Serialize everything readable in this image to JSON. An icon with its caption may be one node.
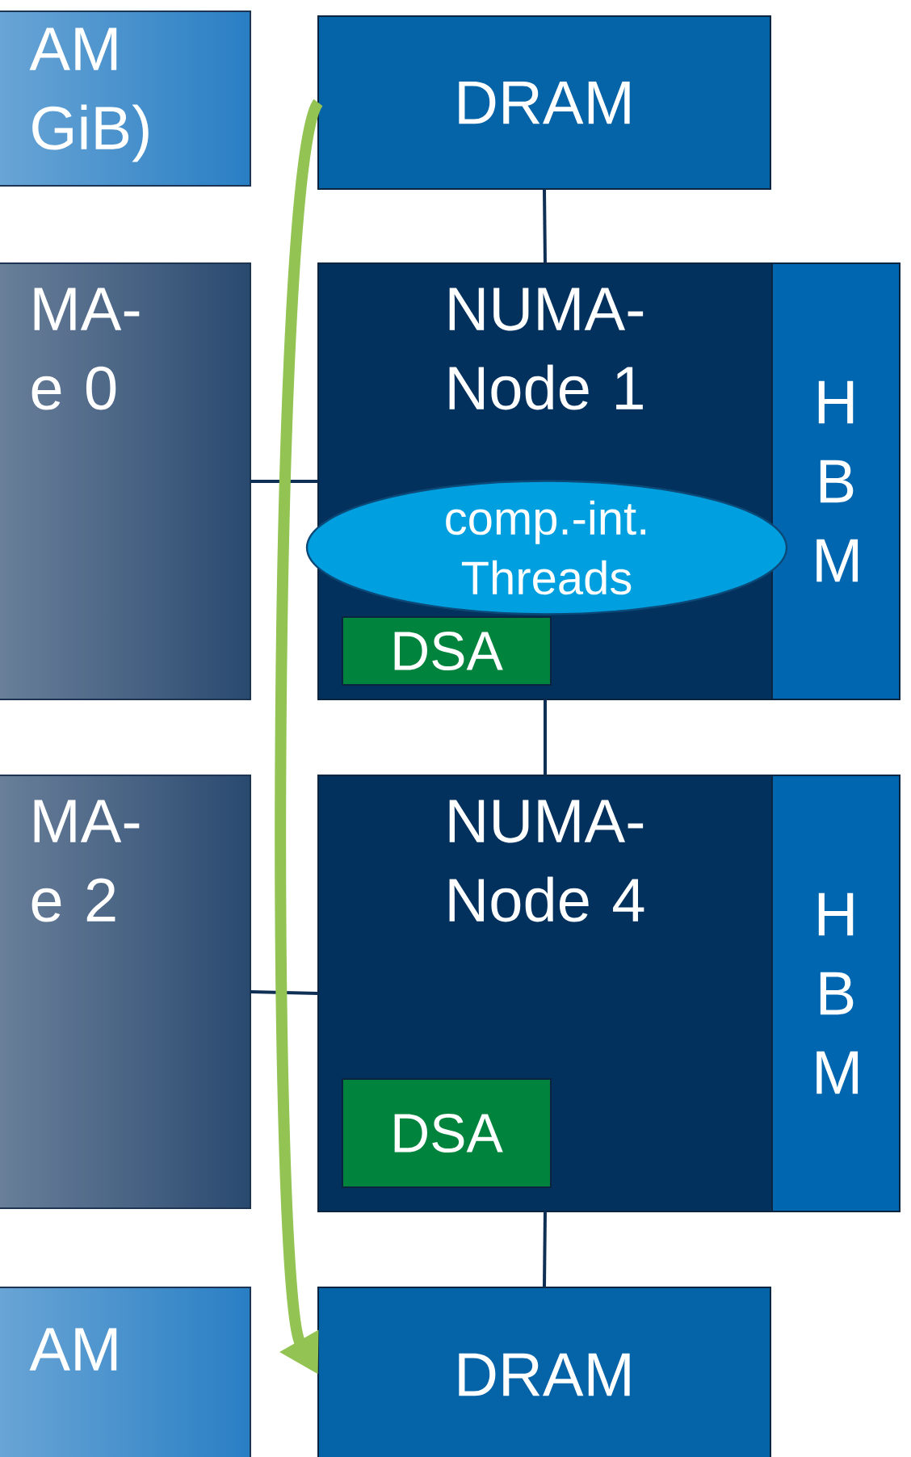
{
  "diagram": {
    "nodes": [
      {
        "text": [
          "AM GiB)"
        ]
      },
      {
        "text": [
          "DRAM"
        ]
      },
      {
        "text": [
          "MA- e 0"
        ]
      },
      {
        "text": [
          "NUMA-Node 1"
        ]
      },
      {
        "text": [
          "H B M"
        ]
      },
      {
        "text": [
          "comp.-int. Threads"
        ],
        "in": 3
      },
      {
        "text": [
          "DSA"
        ],
        "in": 3
      },
      {
        "text": [
          "MA- e 2"
        ]
      },
      {
        "text": [
          "NUMA-Node 4"
        ]
      },
      {
        "text": [
          "H B M"
        ]
      },
      {
        "text": [
          "DSA"
        ],
        "in": 8
      },
      {
        "text": [
          "AM"
        ]
      },
      {
        "text": [
          "DRAM"
        ]
      }
    ],
    "edges": [
      {
        "from": 1,
        "to": 3,
        "arrow": "none"
      },
      {
        "from": 2,
        "to": 3,
        "arrow": "none"
      },
      {
        "from": 3,
        "to": 8,
        "arrow": "none"
      },
      {
        "from": 7,
        "to": 8,
        "arrow": "none"
      },
      {
        "from": 8,
        "to": 12,
        "arrow": "none"
      },
      {
        "from": 1,
        "to": 12,
        "arrow": "to",
        "style": "thick",
        "color": "#92c353"
      }
    ]
  }
}
